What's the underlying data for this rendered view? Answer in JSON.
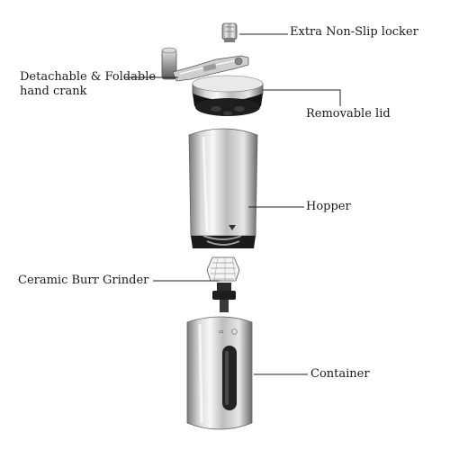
{
  "labels": {
    "locker": "Extra Non-Slip locker",
    "crank_line1": "Detachable & Foldable",
    "crank_line2": "hand crank",
    "lid": "Removable lid",
    "hopper": "Hopper",
    "burr": "Ceramic Burr Grinder",
    "container": "Container"
  },
  "colors": {
    "leader": "#222222",
    "steel_dark": "#6e6e6e",
    "steel_light": "#f2f2f2",
    "rubber": "#1c1c1c"
  }
}
